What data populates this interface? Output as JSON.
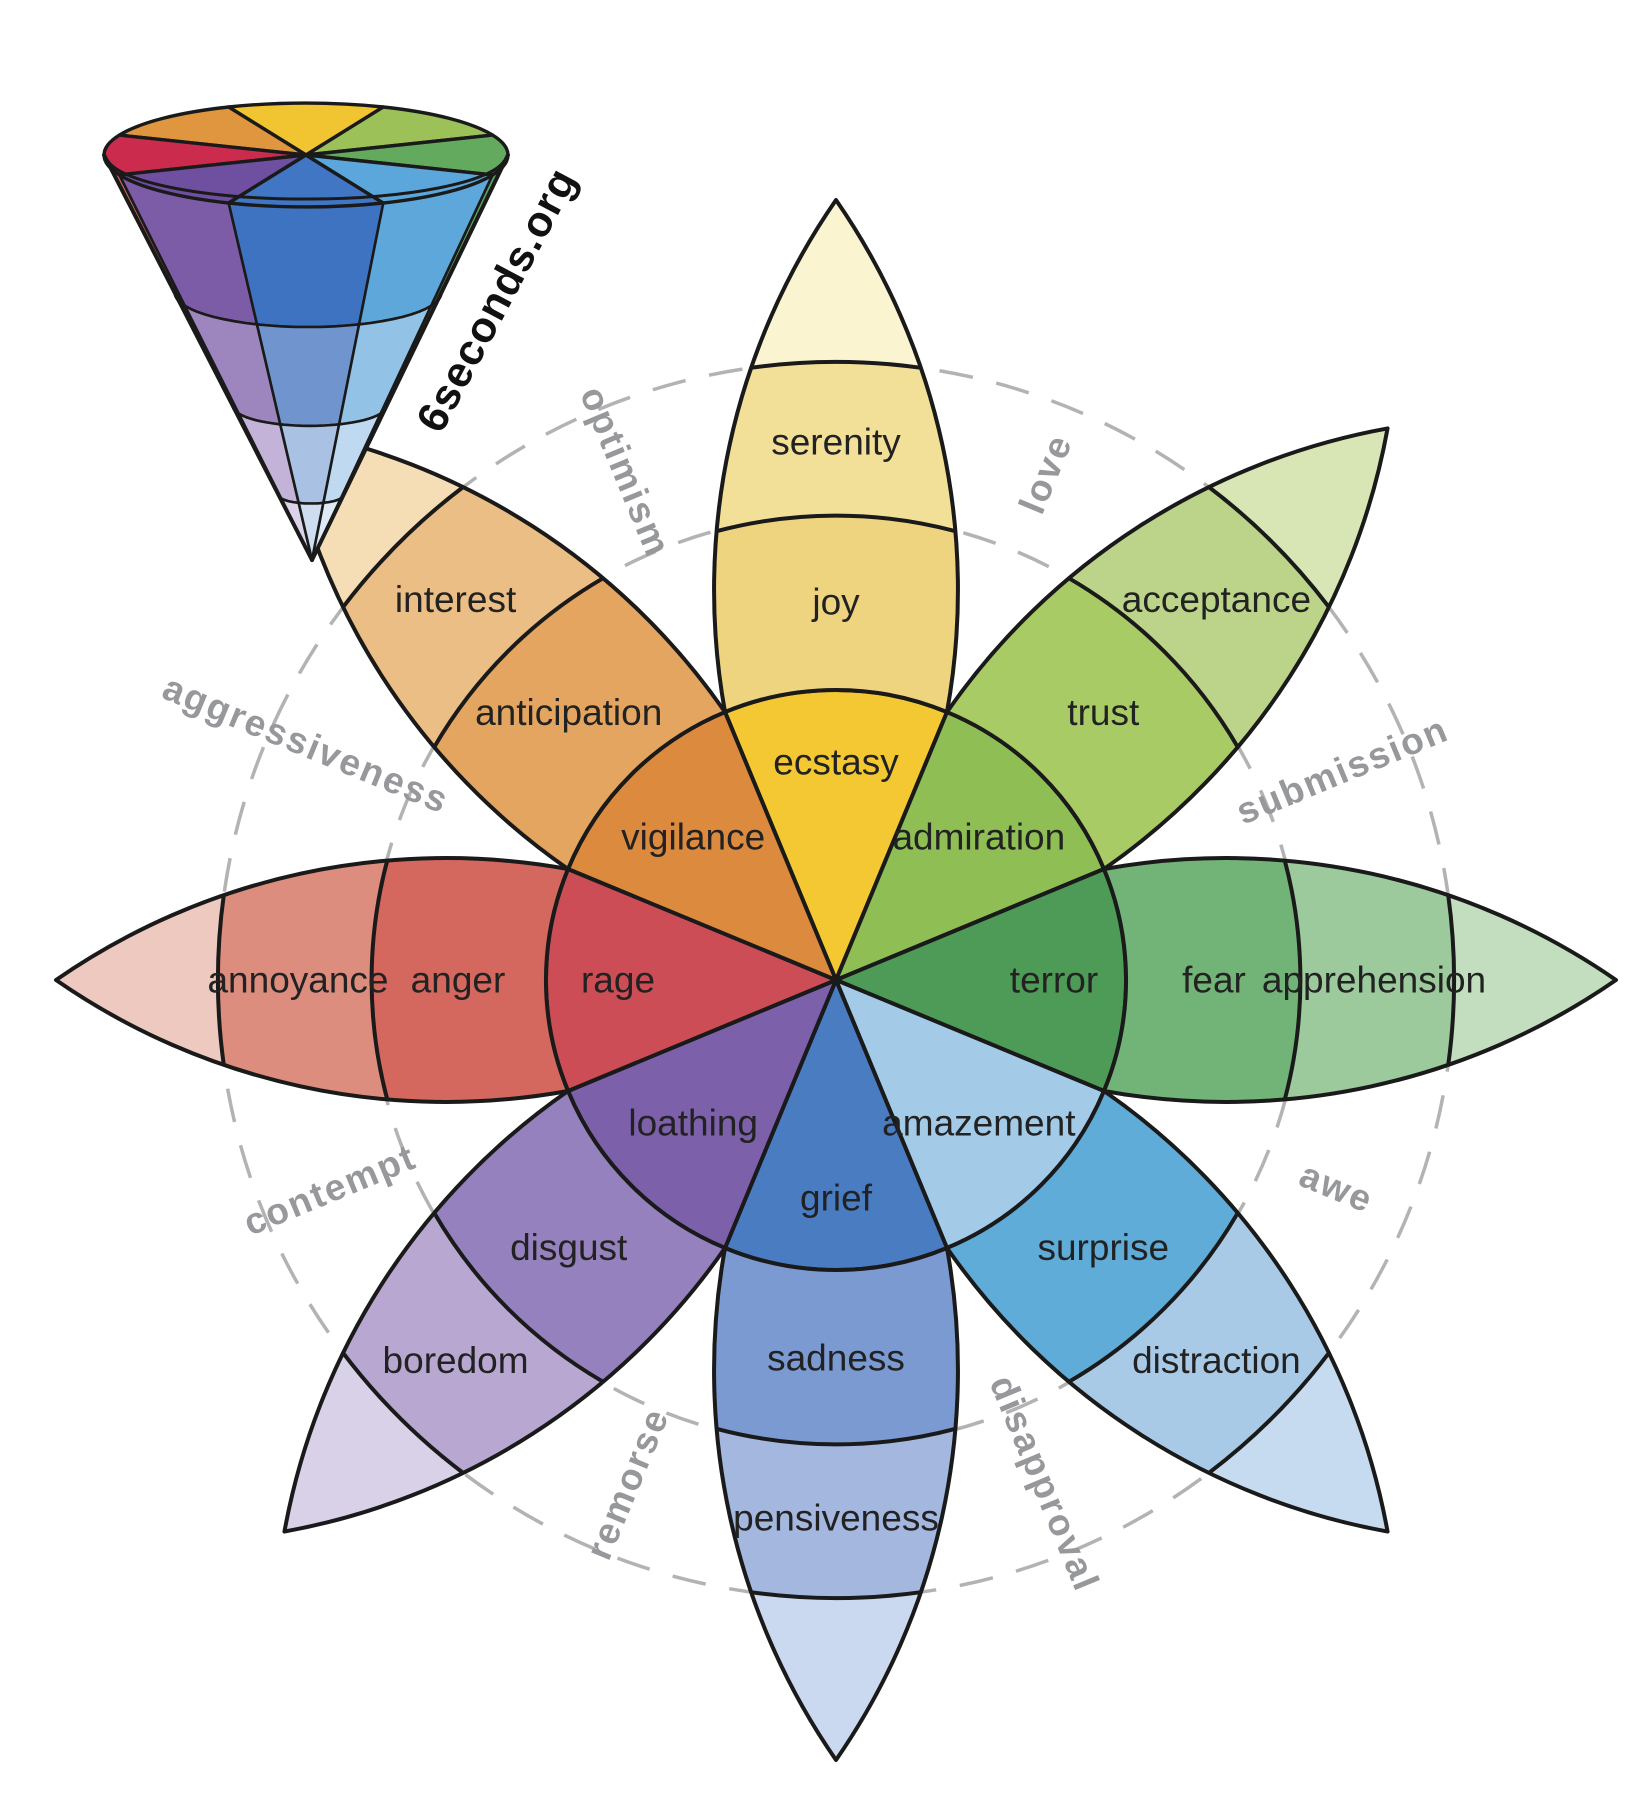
{
  "brand": "6seconds.org",
  "colors": {
    "background": "#FFFFFF",
    "outline": "#1A1A1A",
    "dashed_circle": "#B3B3B3",
    "dyad_text": "#97989B",
    "emotion_text": "#222222"
  },
  "petals": [
    {
      "name": "joy",
      "axis_deg": 90,
      "labels": [
        "ecstasy",
        "joy",
        "serenity"
      ],
      "colors": [
        "#F3C832",
        "#EFD480",
        "#F3E098",
        "#FAF5D0"
      ]
    },
    {
      "name": "trust",
      "axis_deg": 45,
      "labels": [
        "admiration",
        "trust",
        "acceptance"
      ],
      "colors": [
        "#8FBE55",
        "#A8CB66",
        "#BCD489",
        "#D8E6B6"
      ]
    },
    {
      "name": "fear",
      "axis_deg": 0,
      "labels": [
        "terror",
        "fear",
        "apprehension"
      ],
      "colors": [
        "#4E9B57",
        "#72B377",
        "#9CCA9D",
        "#C3DEBF"
      ]
    },
    {
      "name": "surprise",
      "axis_deg": -45,
      "labels": [
        "amazement",
        "surprise",
        "distraction"
      ],
      "colors": [
        "#A3CBE8",
        "#60ACD8",
        "#A9CAE6",
        "#C6DBEF"
      ]
    },
    {
      "name": "sadness",
      "axis_deg": -90,
      "labels": [
        "grief",
        "sadness",
        "pensiveness"
      ],
      "colors": [
        "#4A7CC2",
        "#7B9AD2",
        "#A3B7DF",
        "#CBD9F0"
      ]
    },
    {
      "name": "disgust",
      "axis_deg": -135,
      "labels": [
        "loathing",
        "disgust",
        "boredom"
      ],
      "colors": [
        "#7D60AA",
        "#9581BD",
        "#B7A7D1",
        "#D9D1E8"
      ]
    },
    {
      "name": "anger",
      "axis_deg": 180,
      "labels": [
        "rage",
        "anger",
        "annoyance"
      ],
      "colors": [
        "#CC4D55",
        "#D4685F",
        "#DC8D7E",
        "#EEC9BF"
      ]
    },
    {
      "name": "anticipation",
      "axis_deg": 135,
      "labels": [
        "vigilance",
        "anticipation",
        "interest"
      ],
      "colors": [
        "#DC8A3E",
        "#E3A55F",
        "#EBBE85",
        "#F5DEB6"
      ]
    }
  ],
  "dyads": [
    {
      "label": "optimism",
      "angle_deg": 112.5,
      "rotation_deg": 67.5,
      "radius": 550
    },
    {
      "label": "love",
      "angle_deg": 67.5,
      "rotation_deg": -67.5,
      "radius": 548
    },
    {
      "label": "submission",
      "angle_deg": 22.5,
      "rotation_deg": -22.5,
      "radius": 548
    },
    {
      "label": "awe",
      "angle_deg": -22.5,
      "rotation_deg": 22.5,
      "radius": 542
    },
    {
      "label": "disapproval",
      "angle_deg": -67.5,
      "rotation_deg": 67.5,
      "radius": 545
    },
    {
      "label": "remorse",
      "angle_deg": -112.5,
      "rotation_deg": -67.5,
      "radius": 545
    },
    {
      "label": "contempt",
      "angle_deg": -157.5,
      "rotation_deg": -22.5,
      "radius": 548
    },
    {
      "label": "aggressiveness",
      "angle_deg": 156,
      "rotation_deg": 22.5,
      "radius": 580
    }
  ],
  "cone": {
    "top_wedges": {
      "yellow": "#F1C431",
      "yellow_green": "#9BC158",
      "green": "#63A95E",
      "orange": "#E0963F",
      "crimson": "#CB2B4C",
      "purple": "#6F4F9F",
      "blue": "#4076C4",
      "light_blue": "#5BA7DB"
    },
    "side_panels": {
      "salmon": [
        "#D5685E",
        "#E09A8B",
        "#EBC0B4",
        "#F3DCD4"
      ],
      "purple": [
        "#7C5CA6",
        "#9D85BE",
        "#C3B3D8",
        "#DCD2E9"
      ],
      "blue": [
        "#3D73C0",
        "#7094CD",
        "#A9C2E4",
        "#CFDDF1"
      ],
      "light_blue": [
        "#5EA7DB",
        "#92C2E6",
        "#BFD9F0",
        "#DEEBF7"
      ],
      "green": [
        "#5BA161",
        "#94C296",
        "#BFDBC0",
        "#DCEBDB"
      ]
    }
  }
}
